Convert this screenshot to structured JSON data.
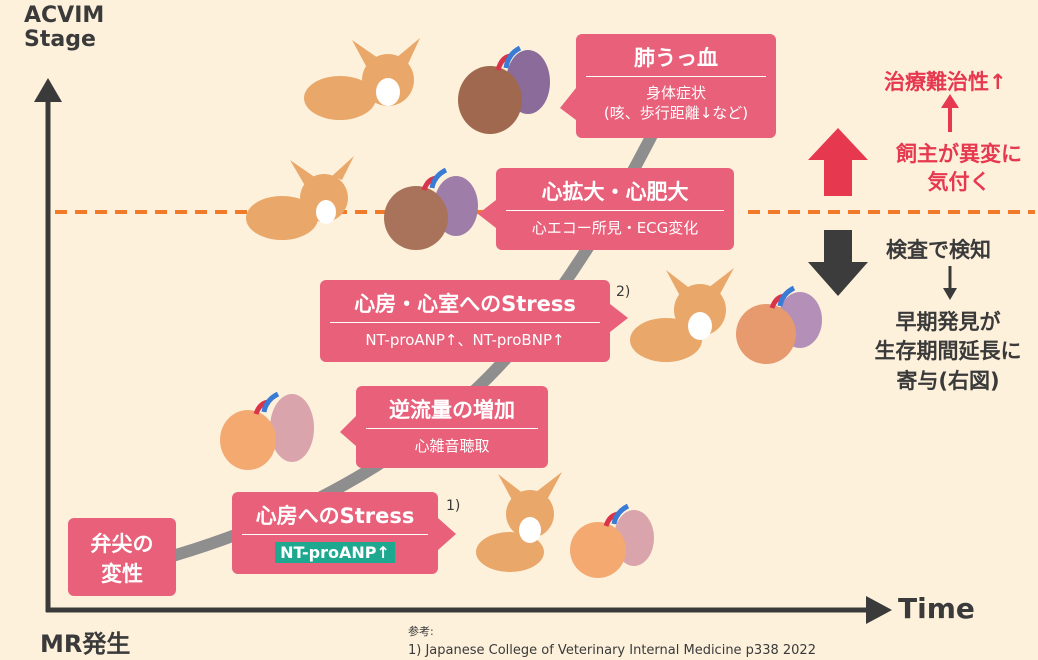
{
  "axes": {
    "y_label_line1": "ACVIM",
    "y_label_line2": "Stage",
    "x_label": "Time",
    "origin_label": "MR発生"
  },
  "stages": {
    "valve": {
      "line1": "弁尖の",
      "line2": "変性"
    },
    "atrial_stress": {
      "title": "心房へのStress",
      "tag": "NT-proANP↑",
      "ref": "1)"
    },
    "regurg": {
      "title": "逆流量の増加",
      "sub": "心雑音聴取"
    },
    "chamber_stress": {
      "title": "心房・心室へのStress",
      "sub": "NT-proANP↑、NT-proBNP↑",
      "ref": "2)"
    },
    "enlarge": {
      "title": "心拡大・心肥大",
      "sub": "心エコー所見・ECG変化"
    },
    "congestion": {
      "title": "肺うっ血",
      "sub_line1": "身体症状",
      "sub_line2": "(咳、歩行距離↓など)"
    }
  },
  "right_panel": {
    "refractory": "治療難治性↑",
    "owner_line1": "飼主が異変に",
    "owner_line2": "気付く",
    "detect": "検査で検知",
    "early_line1": "早期発見が",
    "early_line2": "生存期間延長に",
    "early_line3": "寄与(右図)"
  },
  "reference": {
    "label": "参考:",
    "item1": "1) Japanese College of Veterinary Internal Medicine p338 2022"
  },
  "colors": {
    "background": "#fdf1dc",
    "box": "#e8607a",
    "curve": "#8e8e8e",
    "dashed": "#f07a28",
    "red_arrow": "#e63950",
    "dark_arrow": "#3c3c3c",
    "tag": "#1ea88f"
  }
}
